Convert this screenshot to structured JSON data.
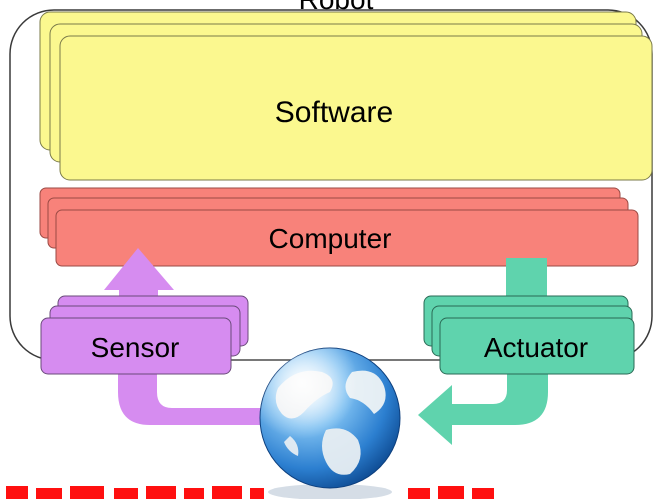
{
  "diagram": {
    "robot_label": "Robot",
    "software_label": "Software",
    "computer_label": "Computer",
    "sensor_label": "Sensor",
    "actuator_label": "Actuator",
    "world_icon": "globe-icon",
    "colors": {
      "software_fill": "#fbf88f",
      "computer_fill": "#f8827a",
      "sensor_fill": "#d68cf0",
      "actuator_fill": "#5fd3ad",
      "robot_border": "#3a3a3a",
      "caption_red": "#ff1010"
    }
  }
}
